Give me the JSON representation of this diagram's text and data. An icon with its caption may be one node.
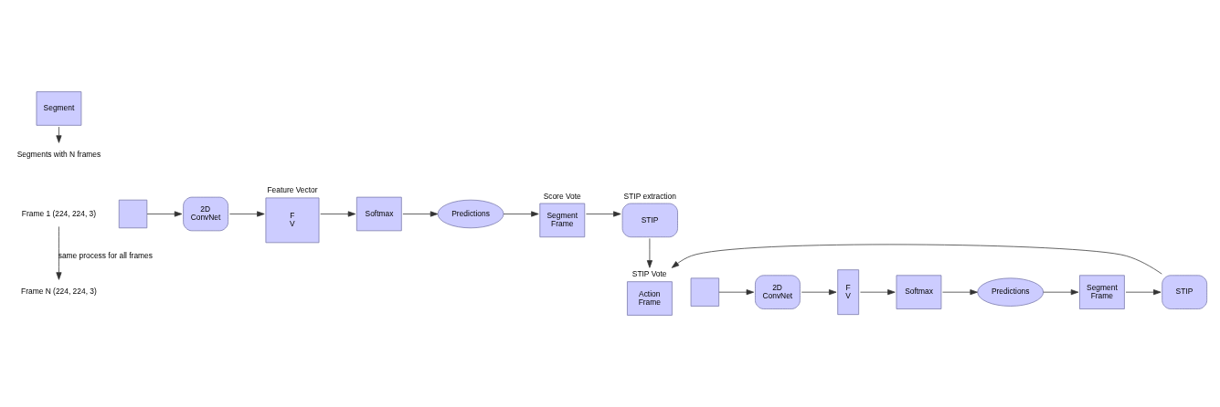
{
  "diagram": {
    "nodes": [
      {
        "text": [
          "Segment"
        ]
      },
      {
        "text": [
          "Segments with N frames"
        ]
      },
      {
        "text": [
          "Frame 1 (224, 224, 3)"
        ]
      },
      {
        "text": [],
        "shape": "box"
      },
      {
        "text": [
          "2D ConvNet"
        ]
      },
      {
        "text": [
          "Feature Vector",
          "F V"
        ]
      },
      {
        "text": [
          "Softmax"
        ]
      },
      {
        "text": [
          "Predictions"
        ]
      },
      {
        "text": [
          "Score Vote",
          "Segment Frame"
        ]
      },
      {
        "text": [
          "STIP extraction",
          "STIP"
        ]
      },
      {
        "text": [
          "STIP Vote",
          "Action Frame"
        ]
      },
      {
        "text": [
          "Frame N (224, 224, 3)"
        ]
      },
      {
        "text": [],
        "shape": "box"
      },
      {
        "text": [
          "2D ConvNet"
        ]
      },
      {
        "text": [
          "F V"
        ]
      },
      {
        "text": [
          "Softmax"
        ]
      },
      {
        "text": [
          "Predictions"
        ]
      },
      {
        "text": [
          "Segment Frame"
        ]
      },
      {
        "text": [
          "STIP"
        ]
      }
    ],
    "edges": [
      {
        "from": 0,
        "to": 1,
        "arrow": "to"
      },
      {
        "from": 3,
        "to": 4,
        "arrow": "to"
      },
      {
        "from": 4,
        "to": 5,
        "arrow": "to"
      },
      {
        "from": 5,
        "to": 6,
        "arrow": "to"
      },
      {
        "from": 6,
        "to": 7,
        "arrow": "to"
      },
      {
        "from": 7,
        "to": 8,
        "arrow": "to"
      },
      {
        "from": 8,
        "to": 9,
        "arrow": "to"
      },
      {
        "from": 9,
        "to": 10,
        "arrow": "to"
      },
      {
        "from": 2,
        "to": 11,
        "label": "same process for all frames",
        "arrow": "to"
      },
      {
        "from": 12,
        "to": 13,
        "arrow": "to"
      },
      {
        "from": 13,
        "to": 14,
        "arrow": "to"
      },
      {
        "from": 14,
        "to": 15,
        "arrow": "to"
      },
      {
        "from": 15,
        "to": 16,
        "arrow": "to"
      },
      {
        "from": 16,
        "to": 17,
        "arrow": "to"
      },
      {
        "from": 17,
        "to": 18,
        "arrow": "to"
      },
      {
        "from": 18,
        "to": 10,
        "arrow": "to"
      }
    ]
  }
}
